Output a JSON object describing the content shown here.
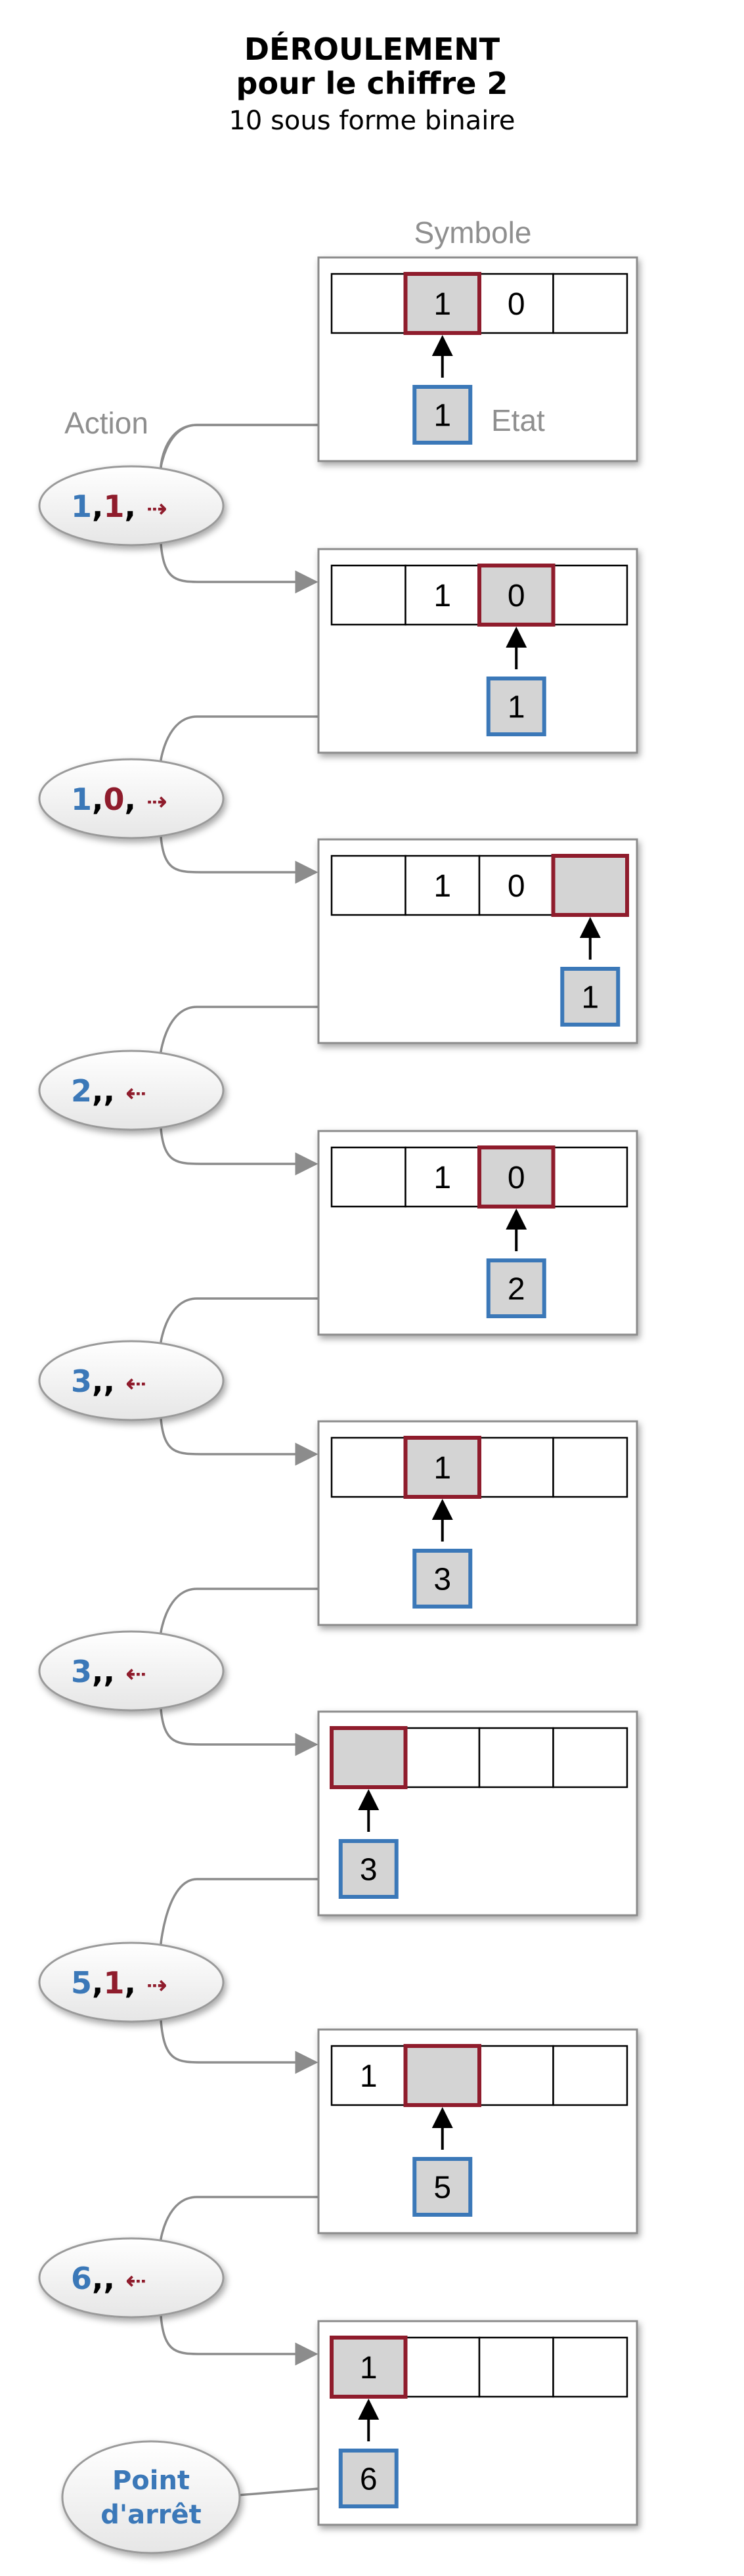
{
  "title": {
    "line1": "DÉROULEMENT",
    "line2": "pour le chiffre 2",
    "line3": "10 sous forme binaire"
  },
  "labels": {
    "symbol": "Symbole",
    "action": "Action",
    "state": "Etat"
  },
  "colors": {
    "state_blue": "#3b78b8",
    "symbol_red": "#8f1c2c",
    "highlight_fill": "#d4d4d4",
    "frame_gray": "#8c8c8c",
    "connector_gray": "#8c8c8c"
  },
  "steps": [
    {
      "tape": [
        "",
        "1",
        "0",
        ""
      ],
      "head": 1,
      "state": "1"
    },
    {
      "tape": [
        "",
        "1",
        "0",
        ""
      ],
      "head": 2,
      "state": "1"
    },
    {
      "tape": [
        "",
        "1",
        "0",
        ""
      ],
      "head": 3,
      "state": "1"
    },
    {
      "tape": [
        "",
        "1",
        "0",
        ""
      ],
      "head": 2,
      "state": "2"
    },
    {
      "tape": [
        "",
        "1",
        "",
        ""
      ],
      "head": 1,
      "state": "3"
    },
    {
      "tape": [
        "",
        "",
        "",
        ""
      ],
      "head": 0,
      "state": "3"
    },
    {
      "tape": [
        "1",
        "",
        "",
        ""
      ],
      "head": 1,
      "state": "5"
    },
    {
      "tape": [
        "1",
        "",
        "",
        ""
      ],
      "head": 0,
      "state": "6"
    }
  ],
  "actions": [
    {
      "state": "1",
      "symbol": "1",
      "move": "right",
      "arrow": "⇢"
    },
    {
      "state": "1",
      "symbol": "0",
      "move": "right",
      "arrow": "⇢"
    },
    {
      "state": "2",
      "symbol": "",
      "move": "left",
      "arrow": "⇠"
    },
    {
      "state": "3",
      "symbol": "",
      "move": "left",
      "arrow": "⇠"
    },
    {
      "state": "3",
      "symbol": "",
      "move": "left",
      "arrow": "⇠"
    },
    {
      "state": "5",
      "symbol": "1",
      "move": "right",
      "arrow": "⇢"
    },
    {
      "state": "6",
      "symbol": "",
      "move": "left",
      "arrow": "⇠"
    }
  ],
  "stop": {
    "line1": "Point",
    "line2": "d'arrêt"
  }
}
